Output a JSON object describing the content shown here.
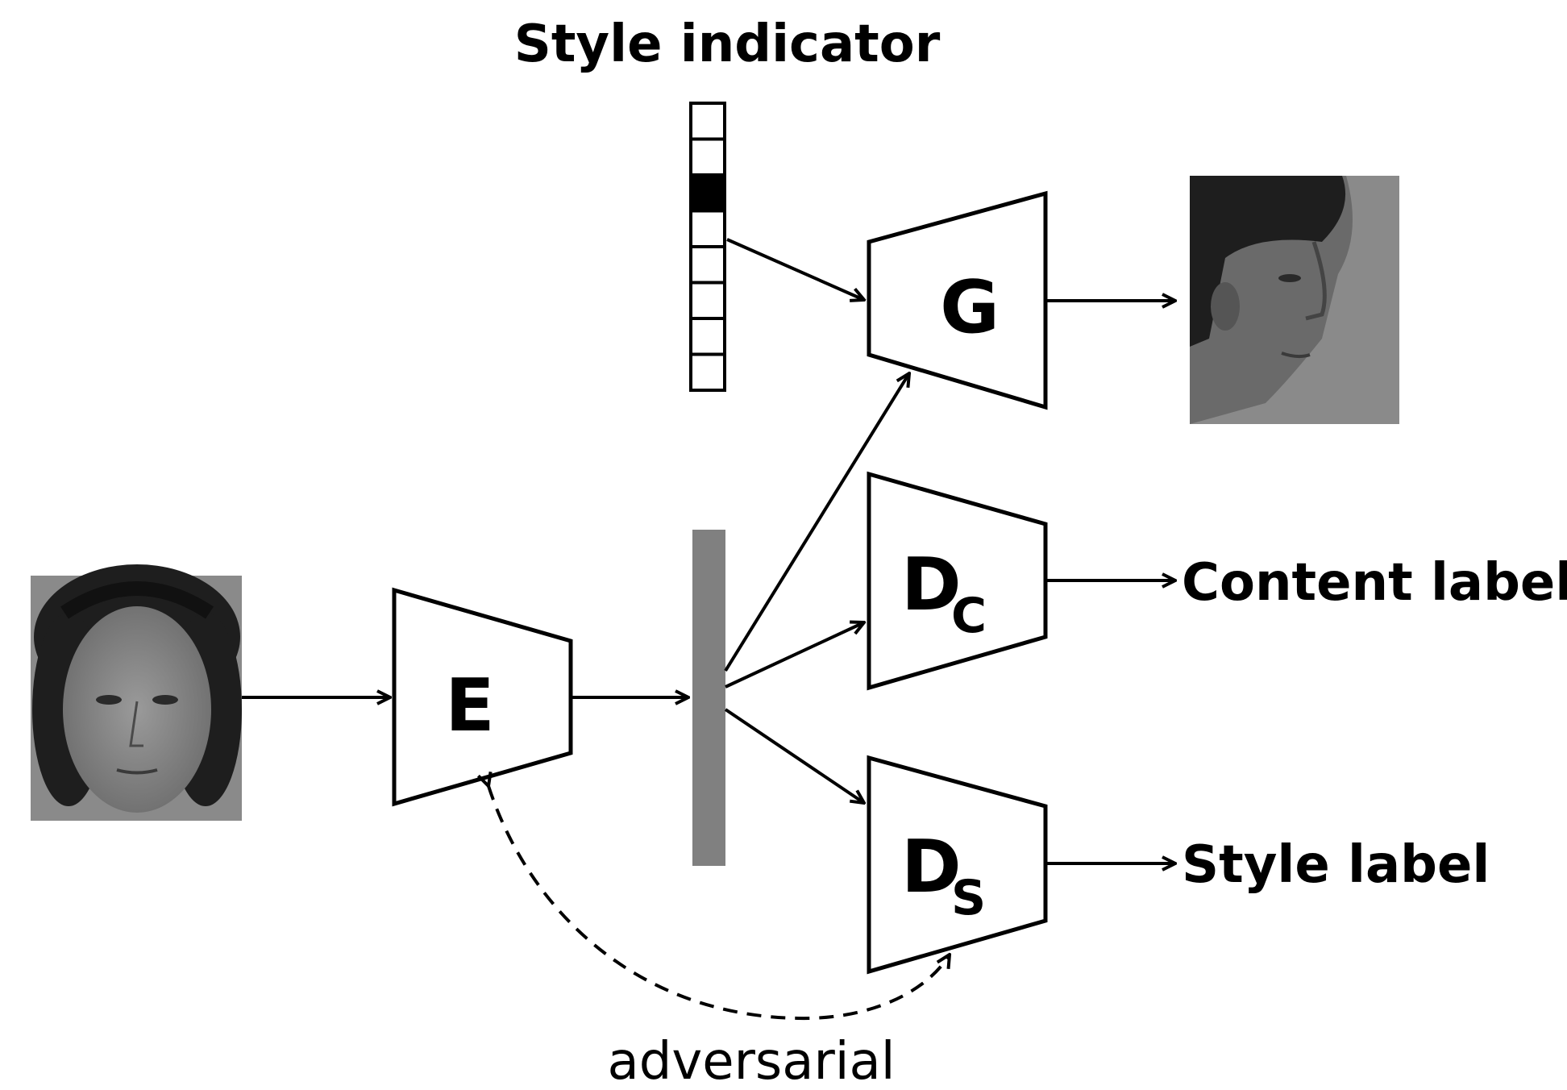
{
  "style_indicator": {
    "title": "Style indicator",
    "cells": 8,
    "active_cell": 2
  },
  "modules": {
    "encoder": {
      "label": "E"
    },
    "generator": {
      "label": "G"
    },
    "content_discriminator": {
      "label": "D",
      "subscript": "C"
    },
    "style_discriminator": {
      "label": "D",
      "subscript": "S"
    }
  },
  "outputs": {
    "content_label": "Content label",
    "style_label": "Style label"
  },
  "adversarial_label": "adversarial",
  "colors": {
    "stroke": "#000000",
    "latent_bar": "#808080",
    "photo_background": "#8a8a8a"
  }
}
